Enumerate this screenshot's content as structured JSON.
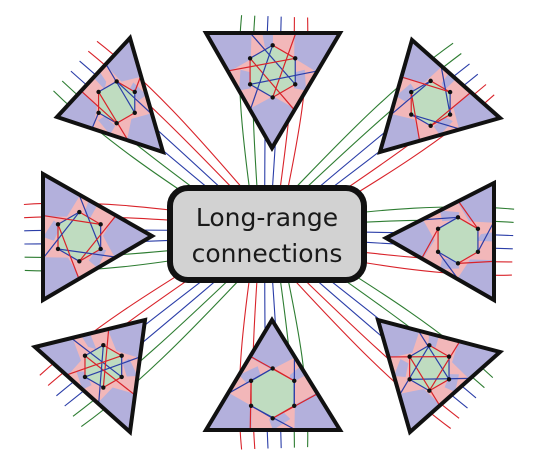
{
  "center_box": {
    "line1": "Long-range",
    "line2": "connections"
  },
  "colors": {
    "wire_red": "#d9232a",
    "wire_blue": "#2b3ea8",
    "wire_green": "#2e7d32",
    "region_pink": "#f2b7b9",
    "region_purple": "#b3b0dc",
    "region_green": "#bfdcc0",
    "outline": "#111111",
    "box_fill": "#d2d2d2"
  },
  "triangles": [
    {
      "id": "top-left",
      "orientation": "right-pointing"
    },
    {
      "id": "top-middle",
      "orientation": "down-pointing"
    },
    {
      "id": "top-right",
      "orientation": "left-pointing"
    },
    {
      "id": "middle-left",
      "orientation": "right-pointing"
    },
    {
      "id": "middle-right",
      "orientation": "left-pointing"
    },
    {
      "id": "bottom-left",
      "orientation": "right-pointing"
    },
    {
      "id": "bottom-middle",
      "orientation": "up-pointing"
    },
    {
      "id": "bottom-right",
      "orientation": "left-pointing"
    }
  ]
}
